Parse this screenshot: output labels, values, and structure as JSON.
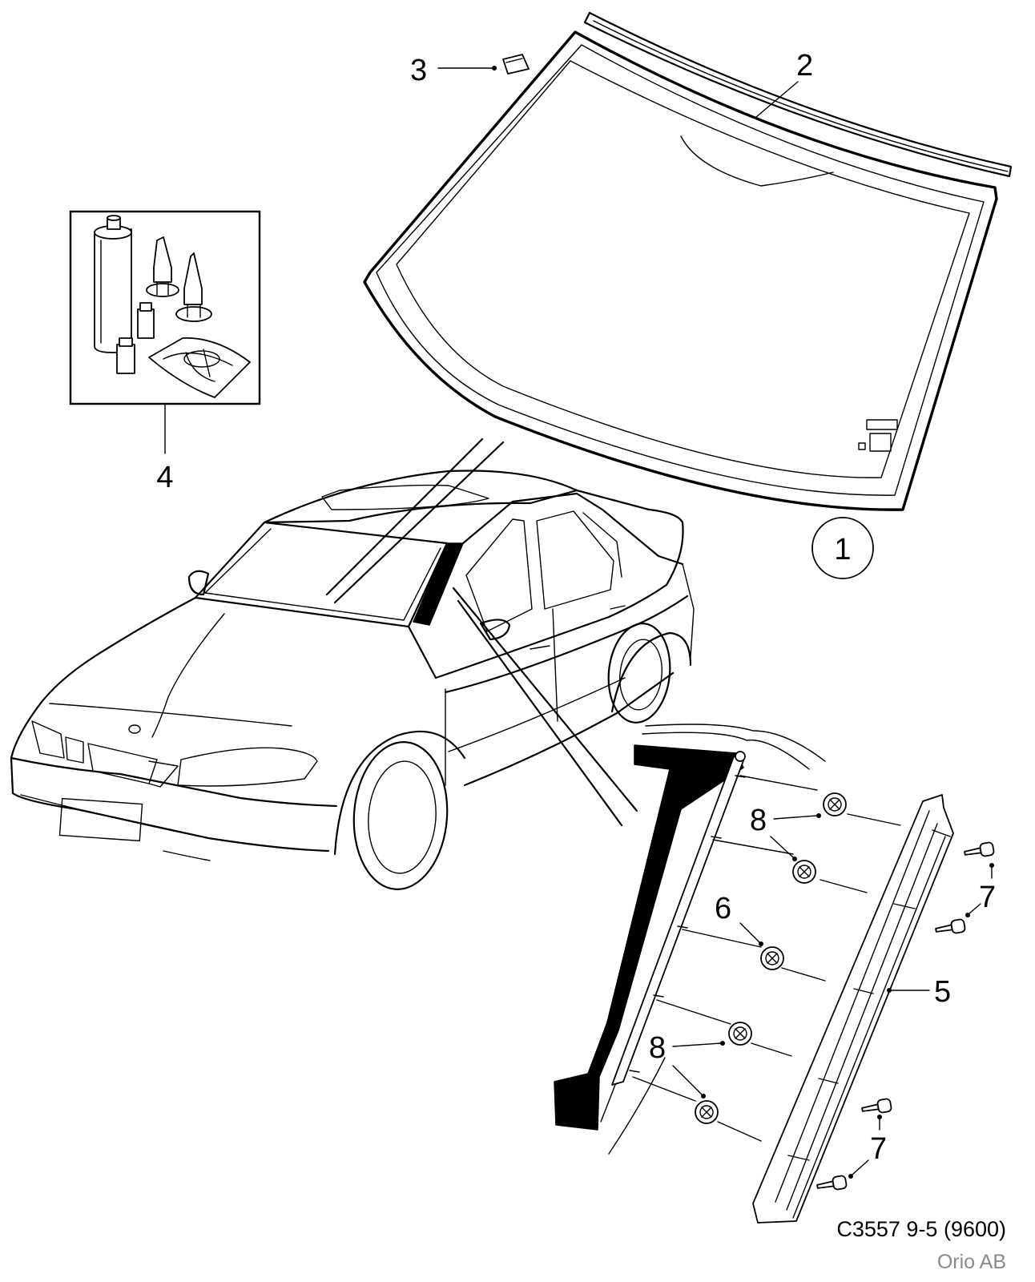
{
  "callouts": {
    "windscreen": "1",
    "moulding_top": "2",
    "sensor_pad": "3",
    "adhesive_kit": "4",
    "pillar_trim": "5",
    "clip_middle": "6",
    "screw_upper": "7",
    "screw_lower": "7",
    "clip_upper": "8",
    "clip_lower": "8"
  },
  "footer": {
    "drawing_code": "C3557 9-5 (9600)",
    "company": "Orio AB"
  }
}
